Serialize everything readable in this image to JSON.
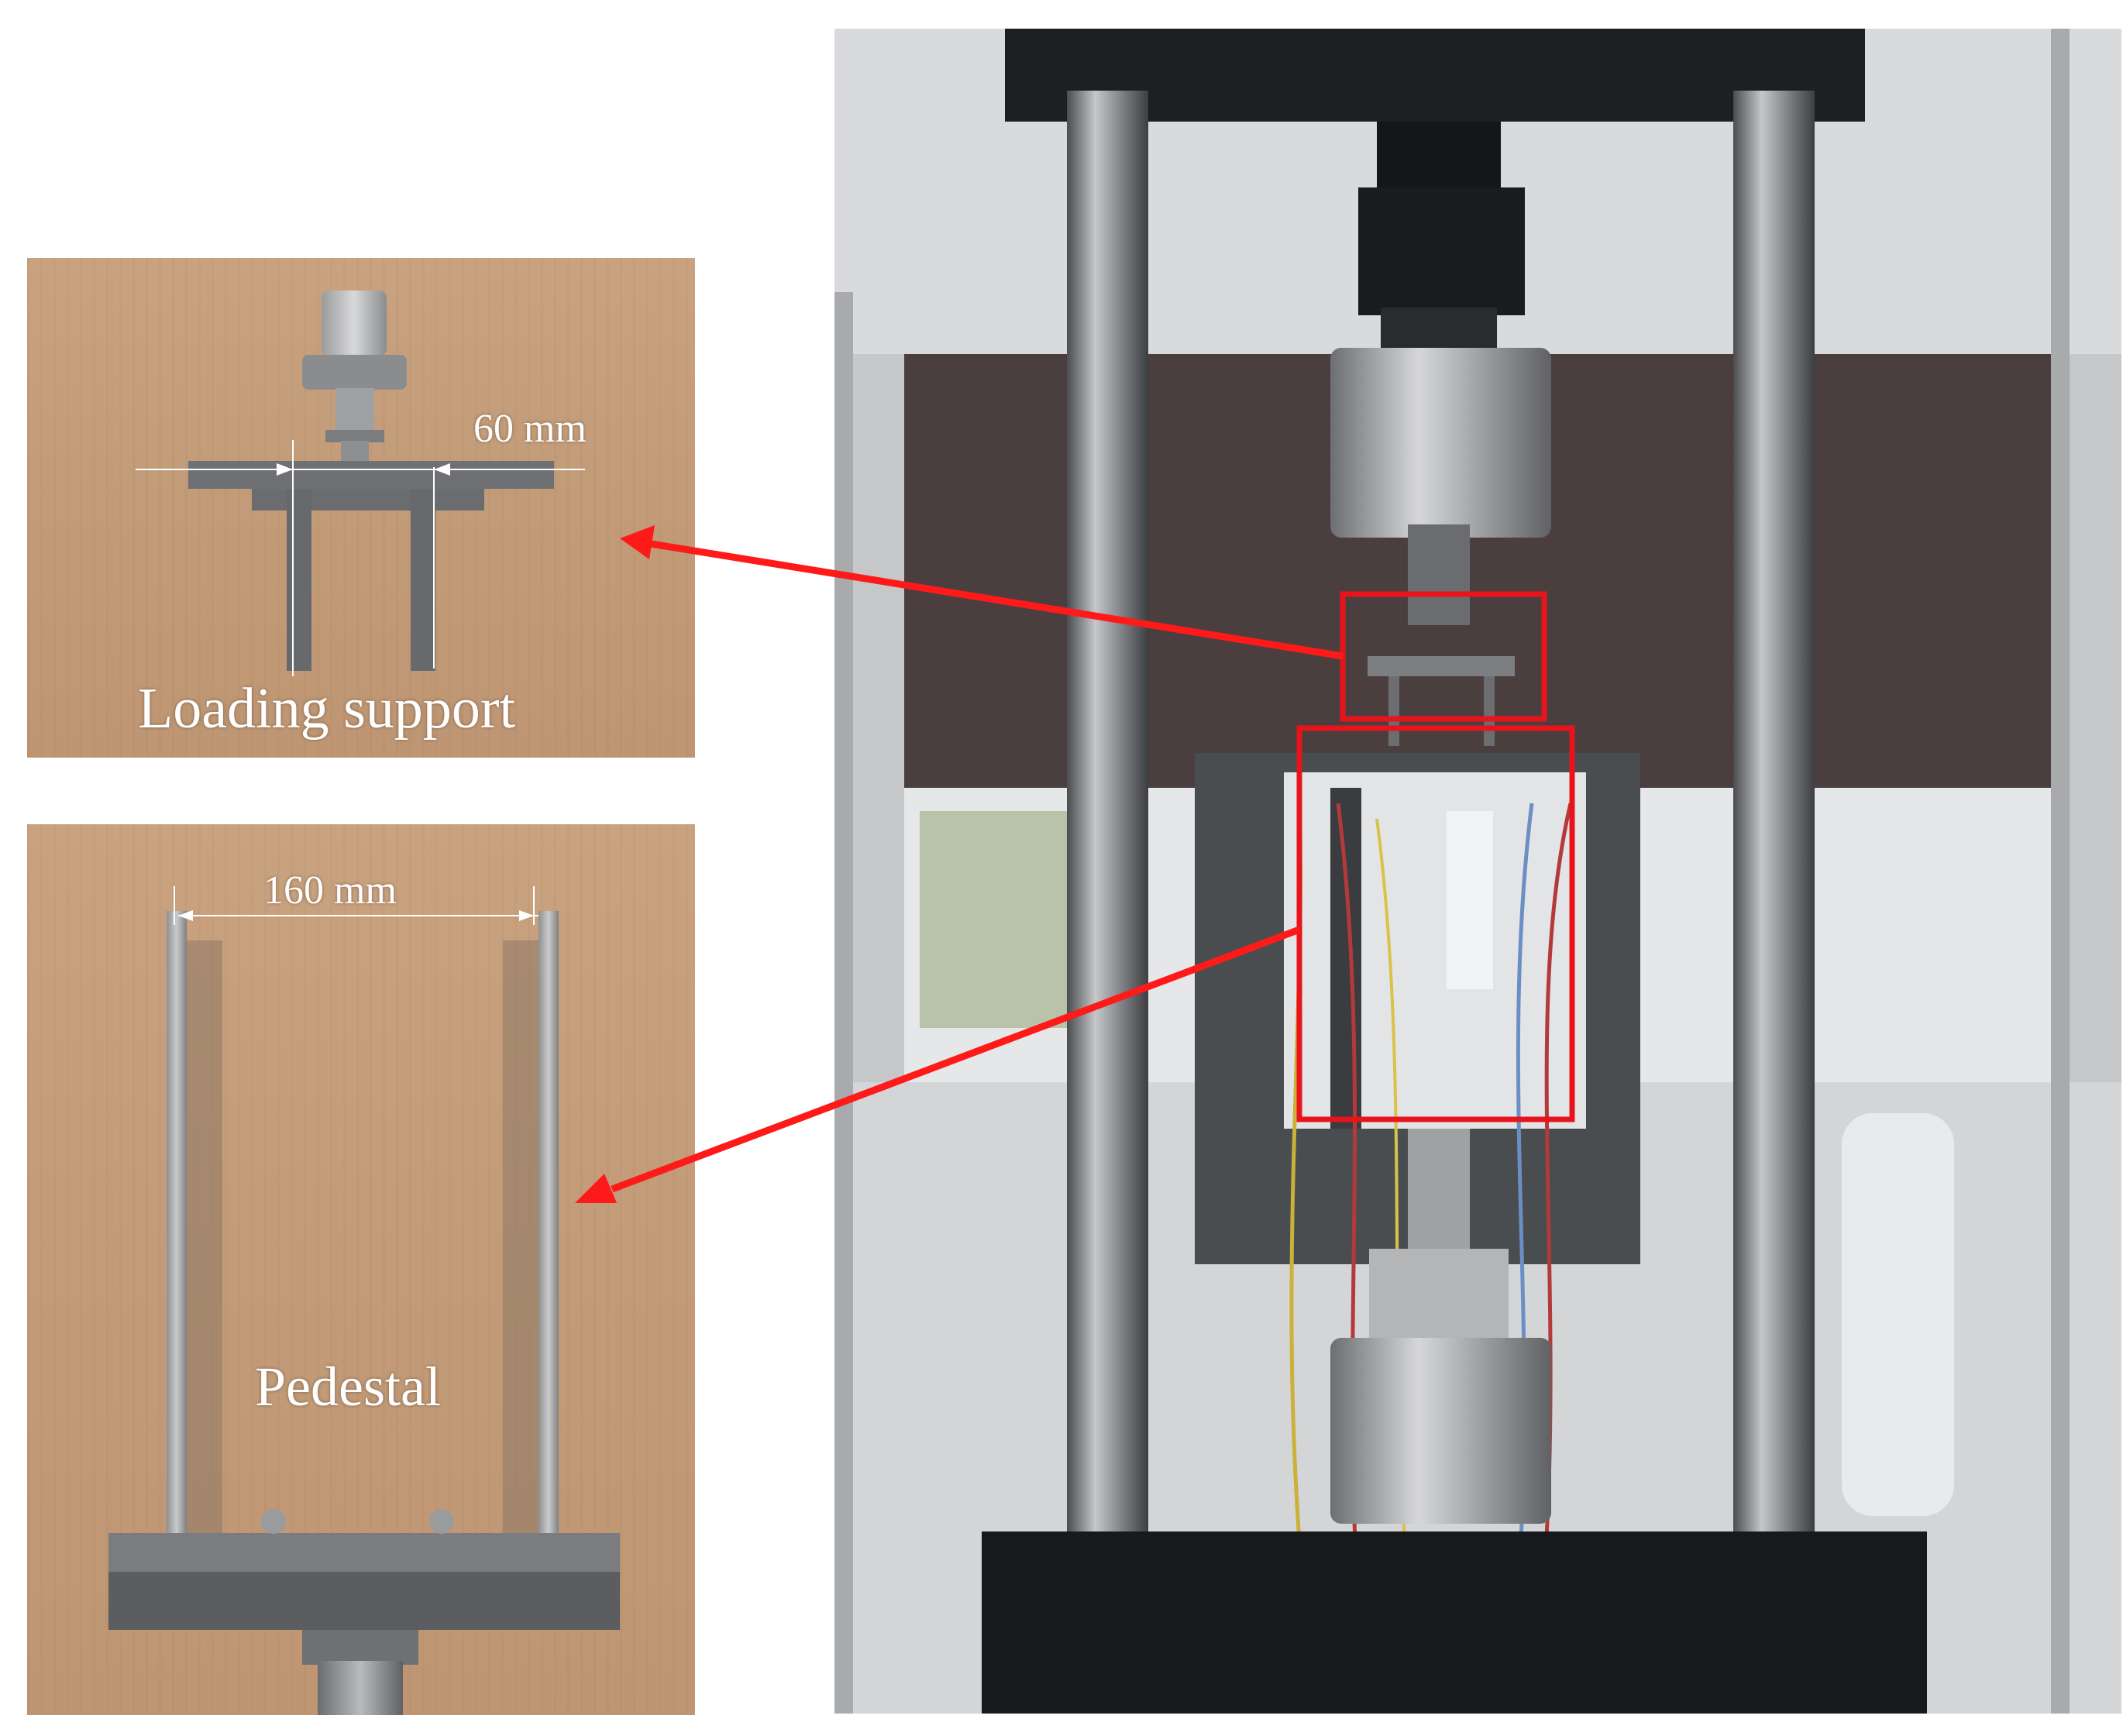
{
  "panels": {
    "loading_support": {
      "caption": "Loading support",
      "dimension": "60 mm"
    },
    "pedestal": {
      "caption": "Pedestal",
      "dimension": "160 mm"
    }
  },
  "colors": {
    "arrow": "#ff1a1a",
    "highlight_box": "#e8141b",
    "dimension_line": "#ffffff",
    "wood": "#c59e7a",
    "steel": "#6d6f72"
  }
}
